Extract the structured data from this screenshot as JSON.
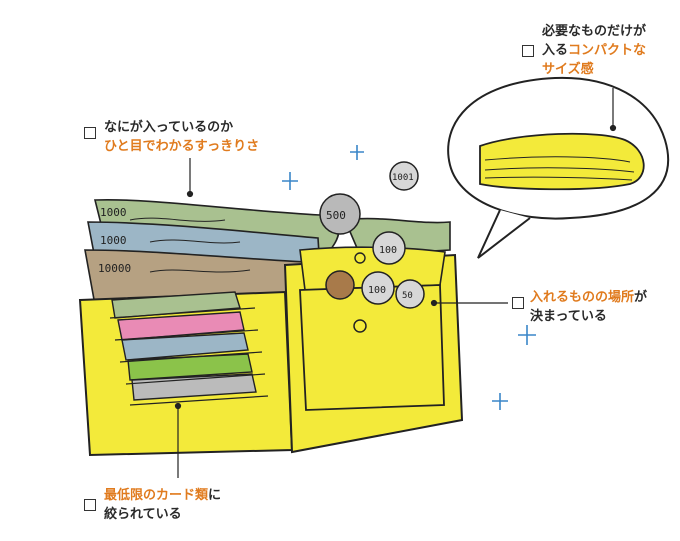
{
  "labels": {
    "compact": {
      "line1": "必要なものだけが",
      "line2_plain": "入る",
      "line2_hl": "コンパクトな",
      "line3_hl": "サイズ感"
    },
    "visible": {
      "line1": "なにが入っているのか",
      "line2_hl": "ひと目でわかるすっきりさ"
    },
    "place": {
      "line1_hl": "入れるものの場所",
      "line1_plain": "が",
      "line2": "決まっている"
    },
    "cards": {
      "line1_hl": "最低限のカード類",
      "line1_plain": "に",
      "line2": "絞られている"
    }
  },
  "illustration": {
    "bill_text_1": "1000",
    "bill_text_2": "1000",
    "bill_text_3": "10000",
    "coin_1": "1001",
    "coin_2": "500",
    "coin_3": "100",
    "coin_4": "100",
    "coin_5": "50"
  },
  "colors": {
    "accent": "#e07b1e",
    "wallet": "#f3ea3a",
    "bill_green": "#a9c190",
    "bill_blue": "#9cb6c6",
    "bill_tan": "#b6a182"
  }
}
